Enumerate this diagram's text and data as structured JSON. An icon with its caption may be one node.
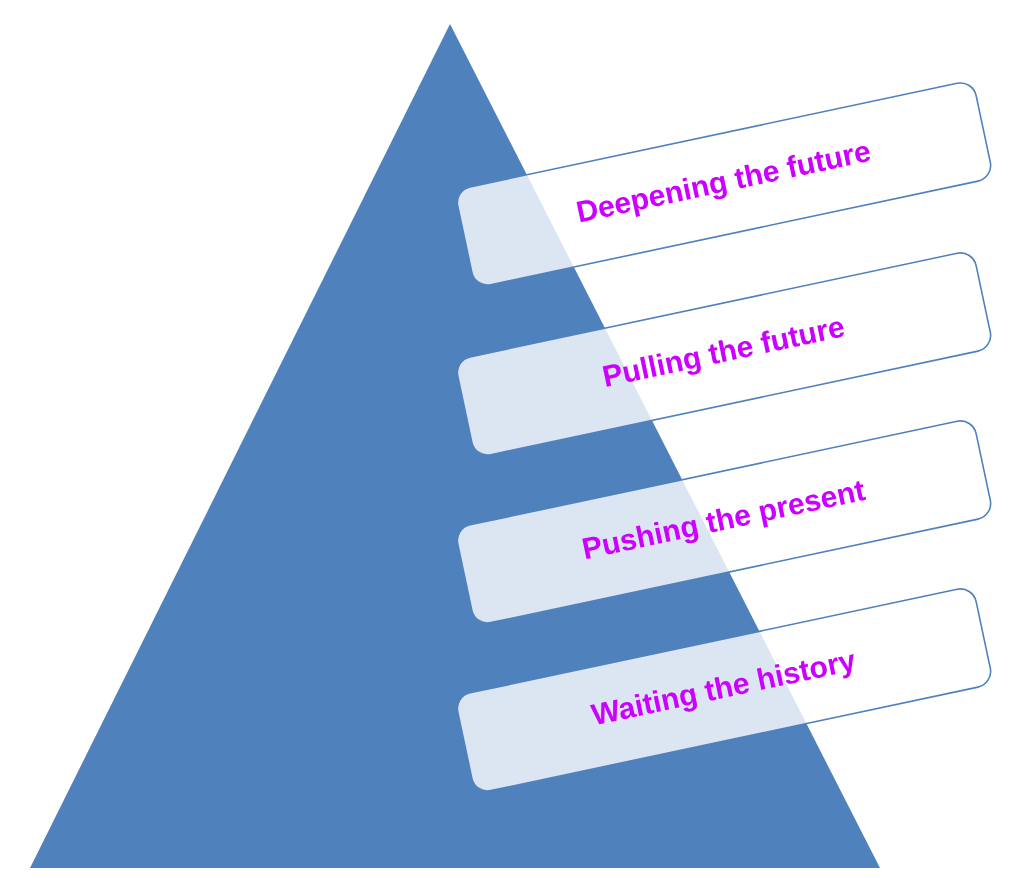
{
  "diagram": {
    "nodes": [
      {
        "text": [
          "Deepening the future"
        ]
      },
      {
        "text": [
          "Pulling the future"
        ]
      },
      {
        "text": [
          "Pushing the present"
        ]
      },
      {
        "text": [
          "Waiting the history"
        ]
      }
    ]
  }
}
